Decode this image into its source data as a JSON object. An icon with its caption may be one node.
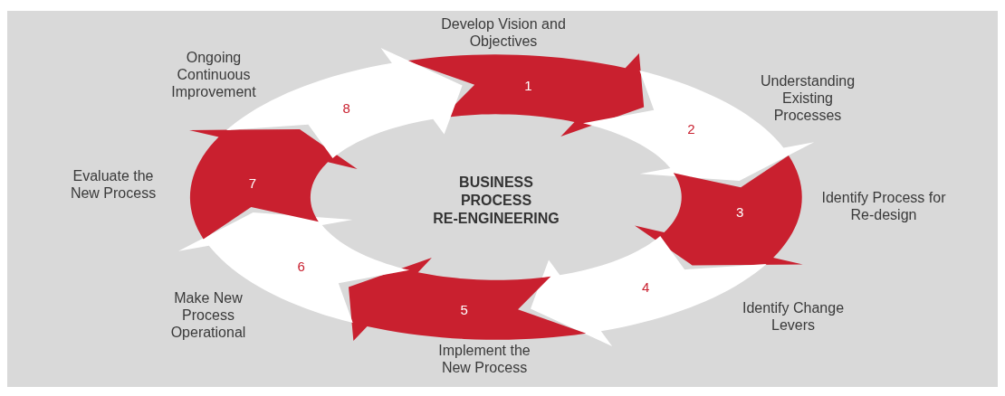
{
  "diagram": {
    "title": "BUSINESS PROCESS RE-ENGINEERING",
    "nodes": [
      {
        "text": [
          "1"
        ],
        "beside": [
          "Develop Vision and Objectives"
        ]
      },
      {
        "text": [
          "2"
        ],
        "beside": [
          "Understanding Existing Processes"
        ]
      },
      {
        "text": [
          "3"
        ],
        "beside": [
          "Identify Process for Re-design"
        ]
      },
      {
        "text": [
          "4"
        ],
        "beside": [
          "Identify Change Levers"
        ]
      },
      {
        "text": [
          "5"
        ],
        "beside": [
          "Implement the New Process"
        ]
      },
      {
        "text": [
          "6"
        ],
        "beside": [
          "Make New Process Operational"
        ]
      },
      {
        "text": [
          "7"
        ],
        "beside": [
          "Evaluate the New Process"
        ]
      },
      {
        "text": [
          "8"
        ],
        "beside": [
          "Ongoing Continuous Improvement"
        ]
      }
    ]
  }
}
